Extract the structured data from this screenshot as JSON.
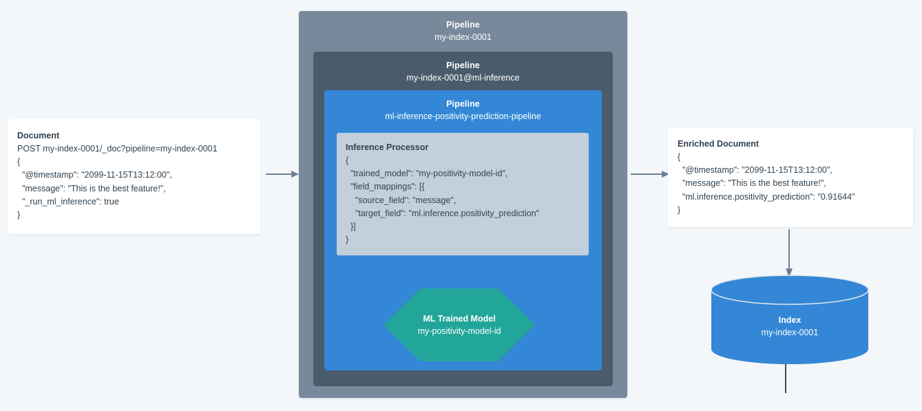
{
  "document_card": {
    "title": "Document",
    "lines": [
      "POST my-index-0001/_doc?pipeline=my-index-0001",
      "{",
      "  \"@timestamp\": \"2099-11-15T13:12:00\",",
      "  \"message\": \"This is the best feature!\",",
      "  \"_run_ml_inference\": true",
      "}"
    ]
  },
  "enriched_card": {
    "title": "Enriched Document",
    "lines": [
      "{",
      "  \"@timestamp\": \"2099-11-15T13:12:00\",",
      "  \"message\": \"This is the best feature!\",",
      "  \"ml.inference.positivity_prediction\": \"0.91644\"",
      "}"
    ]
  },
  "pipeline_outer": {
    "label": "Pipeline",
    "name": "my-index-0001",
    "color": "#78899b"
  },
  "pipeline_middle": {
    "label": "Pipeline",
    "name": "my-index-0001@ml-inference",
    "color": "#4a5c6b"
  },
  "pipeline_inner": {
    "label": "Pipeline",
    "name": "ml-inference-positivity-prediction-pipeline",
    "color": "#3387d6"
  },
  "inference_processor": {
    "title": "Inference Processor",
    "lines": [
      "{",
      "  \"trained_model\": \"my-positivity-model-id\",",
      "  \"field_mappings\": [{",
      "    \"source_field\": \"message\",",
      "    \"target_field\": \"ml.inference.positivity_prediction\"",
      "  }]",
      "}"
    ],
    "color": "#c3cfdb"
  },
  "ml_model": {
    "label": "ML Trained Model",
    "name": "my-positivity-model-id",
    "color": "#22a699"
  },
  "index": {
    "label": "Index",
    "name": "my-index-0001",
    "color": "#3387d6"
  },
  "arrows": {
    "color": "#6b7f93",
    "doc_to_pipeline": "arrow-right",
    "pipeline_to_enriched": "arrow-right",
    "enriched_to_index": "arrow-down",
    "model_to_processor": "arrow-up"
  },
  "background_color": "#f4f7f9"
}
